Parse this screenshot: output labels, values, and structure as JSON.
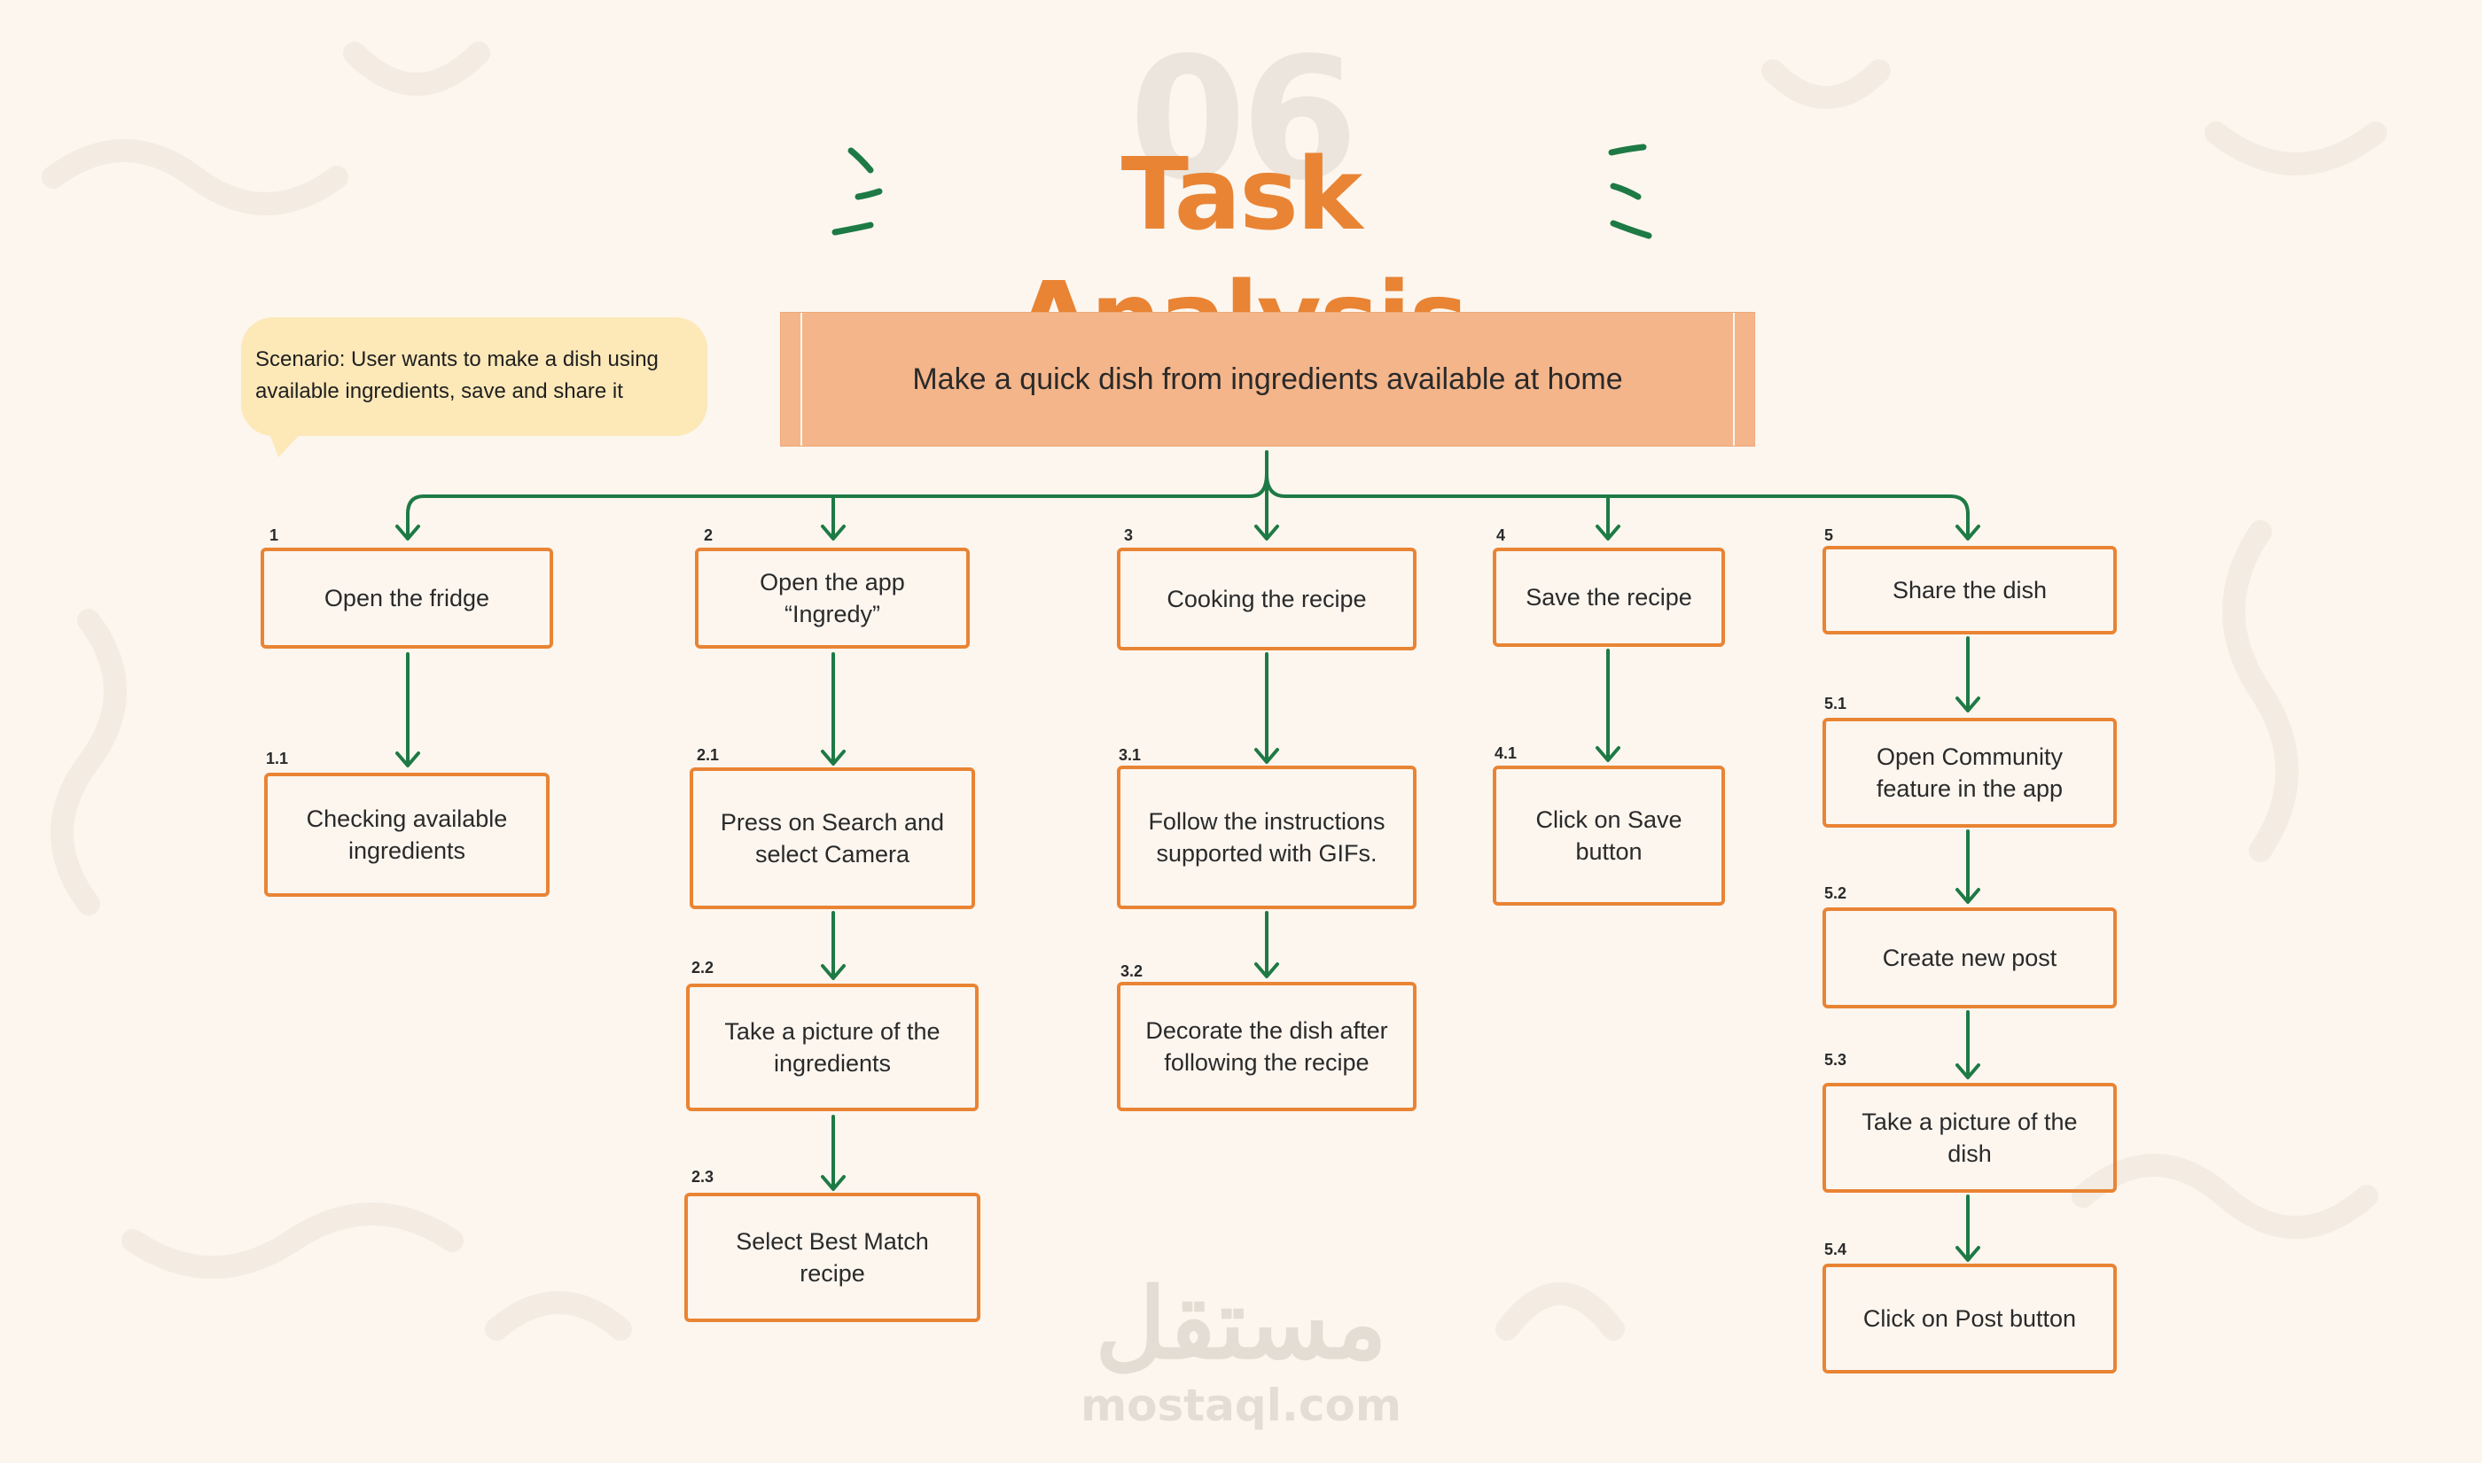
{
  "header": {
    "number": "06",
    "title": "Task Analysis"
  },
  "scenario": "Scenario: User wants to make a dish using available ingredients, save and share it",
  "goal": "Make a quick dish from ingredients available at home",
  "steps": [
    {
      "num": "1",
      "label": "Open the fridge"
    },
    {
      "num": "1.1",
      "label": "Checking available ingredients"
    },
    {
      "num": "2",
      "label": "Open the app “Ingredy”"
    },
    {
      "num": "2.1",
      "label": "Press on Search and select Camera"
    },
    {
      "num": "2.2",
      "label": "Take a picture of the ingredients"
    },
    {
      "num": "2.3",
      "label": "Select Best Match recipe"
    },
    {
      "num": "3",
      "label": "Cooking the recipe"
    },
    {
      "num": "3.1",
      "label": "Follow the instructions supported with GIFs."
    },
    {
      "num": "3.2",
      "label": "Decorate the dish after following the recipe"
    },
    {
      "num": "4",
      "label": "Save the recipe"
    },
    {
      "num": "4.1",
      "label": "Click on Save button"
    },
    {
      "num": "5",
      "label": "Share the dish"
    },
    {
      "num": "5.1",
      "label": "Open Community feature in the app"
    },
    {
      "num": "5.2",
      "label": "Create new post"
    },
    {
      "num": "5.3",
      "label": "Take a picture of the dish"
    },
    {
      "num": "5.4",
      "label": "Click on Post button"
    }
  ],
  "watermark": {
    "arabic": "مستقل",
    "latin": "mostaql.com"
  },
  "colors": {
    "background": "#fcf6ef",
    "accent_orange": "#e98434",
    "goal_fill": "#f4b58a",
    "scenario_fill": "#fde8b8",
    "connector_green": "#1e7a45"
  }
}
